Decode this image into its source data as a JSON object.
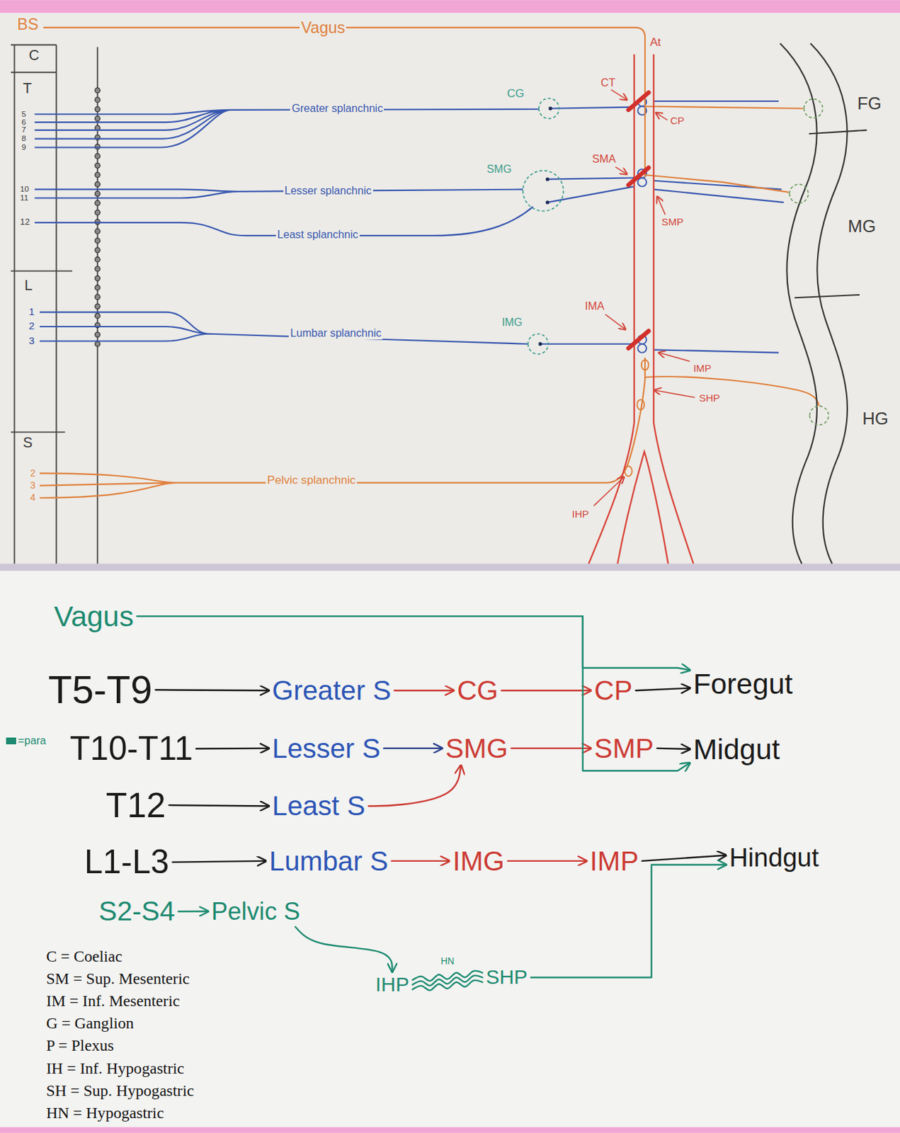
{
  "diagram": {
    "nodes": [
      {
        "text": [
          "Vagus"
        ]
      },
      {
        "text": [
          "T5-T9"
        ]
      },
      {
        "text": [
          "Greater S"
        ]
      },
      {
        "text": [
          "CG"
        ]
      },
      {
        "text": [
          "CP"
        ]
      },
      {
        "text": [
          "Foregut"
        ]
      },
      {
        "text": [
          "T10-T11"
        ]
      },
      {
        "text": [
          "Lesser S"
        ]
      },
      {
        "text": [
          "SMG"
        ]
      },
      {
        "text": [
          "SMP"
        ]
      },
      {
        "text": [
          "Midgut"
        ]
      },
      {
        "text": [
          "T12"
        ]
      },
      {
        "text": [
          "Least S"
        ]
      },
      {
        "text": [
          "L1-L3"
        ]
      },
      {
        "text": [
          "Lumbar S"
        ]
      },
      {
        "text": [
          "IMG"
        ]
      },
      {
        "text": [
          "IMP"
        ]
      },
      {
        "text": [
          "Hindgut"
        ]
      },
      {
        "text": [
          "S2-S4"
        ]
      },
      {
        "text": [
          "Pelvic S"
        ]
      },
      {
        "text": [
          "IHP"
        ]
      },
      {
        "text": [
          "SHP"
        ]
      }
    ],
    "edges": [
      {
        "from": 1,
        "to": 2,
        "arrow": "to"
      },
      {
        "from": 2,
        "to": 3,
        "arrow": "to"
      },
      {
        "from": 3,
        "to": 4,
        "arrow": "to"
      },
      {
        "from": 4,
        "to": 5,
        "arrow": "to"
      },
      {
        "from": 0,
        "to": 5,
        "arrow": "to"
      },
      {
        "from": 6,
        "to": 7,
        "arrow": "to"
      },
      {
        "from": 7,
        "to": 8,
        "arrow": "to"
      },
      {
        "from": 8,
        "to": 9,
        "arrow": "to"
      },
      {
        "from": 9,
        "to": 10,
        "arrow": "to"
      },
      {
        "from": 0,
        "to": 10,
        "arrow": "to"
      },
      {
        "from": 11,
        "to": 12,
        "arrow": "to"
      },
      {
        "from": 12,
        "to": 8,
        "arrow": "to"
      },
      {
        "from": 13,
        "to": 14,
        "arrow": "to"
      },
      {
        "from": 14,
        "to": 15,
        "arrow": "to"
      },
      {
        "from": 15,
        "to": 16,
        "arrow": "to"
      },
      {
        "from": 16,
        "to": 17,
        "arrow": "to"
      },
      {
        "from": 18,
        "to": 19,
        "arrow": "to"
      },
      {
        "from": 19,
        "to": 20,
        "arrow": "to"
      },
      {
        "from": 20,
        "to": 21,
        "label": "HN",
        "arrow": "none"
      },
      {
        "from": 21,
        "to": 17,
        "arrow": "to"
      }
    ],
    "labels": [
      "BS",
      "Vagus",
      "At",
      "C",
      "T",
      "5",
      "6",
      "7",
      "8",
      "9",
      "10",
      "11",
      "12",
      "L",
      "1",
      "2",
      "3",
      "S",
      "2",
      "3",
      "4",
      "Greater splanchnic",
      "CG",
      "CT",
      "CP",
      "FG",
      "SMG",
      "Lesser splanchnic",
      "SMA",
      "SMP",
      "MG",
      "Least splanchnic",
      "IMG",
      "Lumbar splanchnic",
      "IMA",
      "IMP",
      "SHP",
      "HG",
      "Pelvic splanchnic",
      "IHP",
      "C = Coeliac",
      "SM = Sup. Mesenteric",
      "IM = Inf. Mesenteric",
      "G = Ganglion",
      "P = Plexus",
      "IH = Inf. Hypogastric",
      "SH = Sup. Hypogastric",
      "HN = Hypogastric"
    ],
    "legend": [
      {
        "text": "=para",
        "color": "#1c8a70"
      }
    ]
  }
}
